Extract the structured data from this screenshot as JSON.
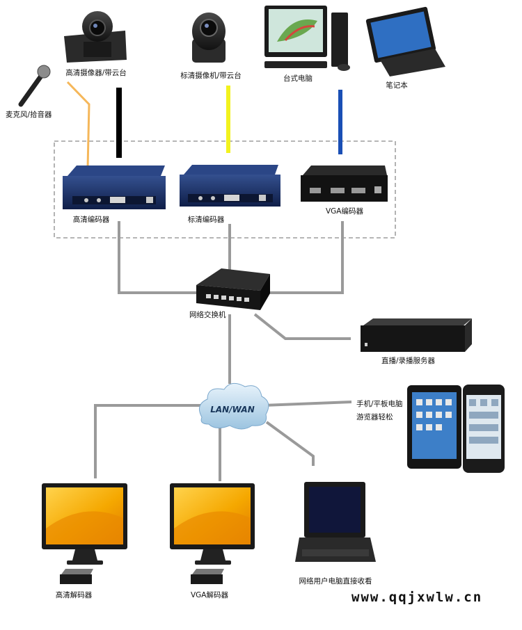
{
  "labels": {
    "hd_camera": "高清摄像器/带云台",
    "sd_camera": "标清摄像机/带云台",
    "desktop_pc": "台式电脑",
    "laptop_top": "笔记本",
    "microphone": "麦克风/拾音器",
    "hd_encoder": "高清编码器",
    "sd_encoder": "标清编码器",
    "vga_encoder": "VGA编码器",
    "network_switch": "网络交换机",
    "stream_server": "直播/录播服务器",
    "mobile_line1": "手机/平板电脑",
    "mobile_line2": "游览器轻松",
    "cloud": "LAN/WAN",
    "hd_decoder": "高清解码器",
    "vga_decoder": "VGA解码器",
    "laptop_viewer": "网络用户电脑直接收看",
    "website": "www.qqjxwlw.cn"
  },
  "colors": {
    "mic_cable": "#f5b75a",
    "hd_cable": "#000000",
    "sd_cable": "#f2f21e",
    "vga_cable": "#1a4fb5",
    "net_cable": "#9a9a9a",
    "dashed_box": "#8a8a8a",
    "monitor_screen": "#f5a800",
    "encoder_body": "#1c2f6b"
  }
}
